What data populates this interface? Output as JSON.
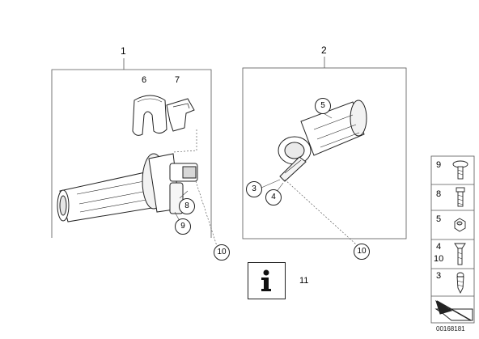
{
  "groups": [
    {
      "number": "1"
    },
    {
      "number": "2"
    }
  ],
  "callouts": {
    "c6": "6",
    "c7": "7",
    "c8": "8",
    "c9": "9",
    "c10_left": "10",
    "c5": "5",
    "c3": "3",
    "c4": "4",
    "c10_right": "10"
  },
  "info": {
    "number": "11",
    "icon": "info-icon"
  },
  "side_panel": [
    {
      "label": "9",
      "icon": "torx-screw-icon"
    },
    {
      "label": "8",
      "icon": "long-screw-icon"
    },
    {
      "label": "5",
      "icon": "hex-nut-icon"
    },
    {
      "label": "4",
      "icon": "countersunk-screw-icon"
    },
    {
      "label": "10",
      "icon": "countersunk-screw-icon"
    },
    {
      "label": "3",
      "icon": "self-tapping-screw-icon"
    }
  ],
  "doc_id": "00168181"
}
